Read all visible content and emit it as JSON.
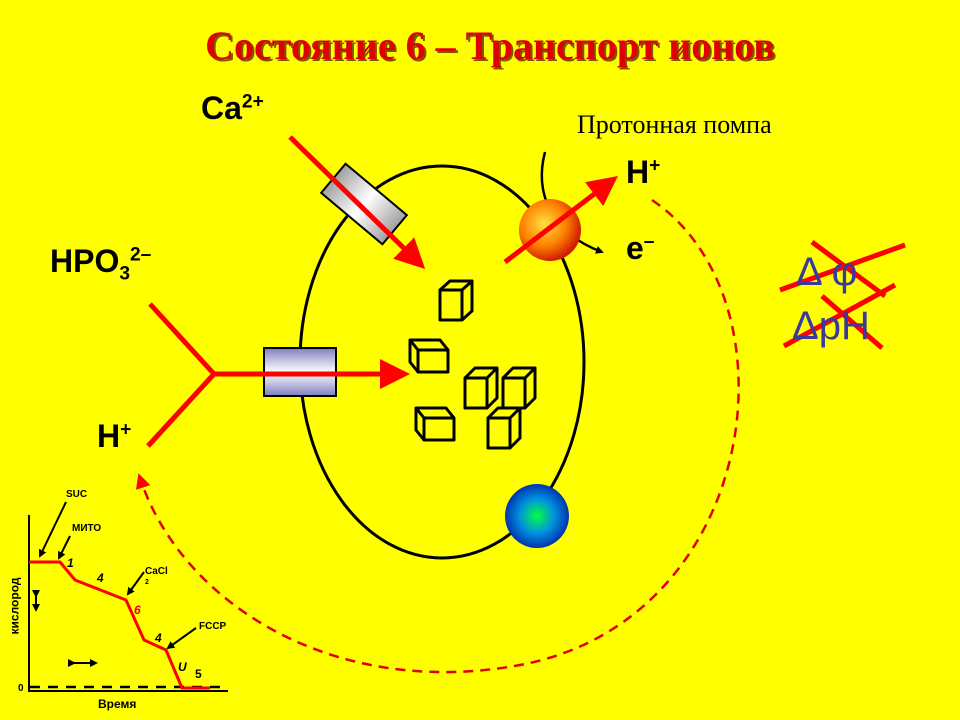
{
  "title": "Состояние 6 – Транспорт ионов",
  "labels": {
    "ca": {
      "base": "Ca",
      "sup": "2+"
    },
    "hpo": {
      "base": "HPO",
      "sub": "3",
      "sup": "2–"
    },
    "h_left": {
      "base": "H",
      "sup": "+"
    },
    "h_right": {
      "base": "H",
      "sup": "+"
    },
    "e": {
      "base": "e",
      "sup": "–"
    },
    "proton_pump": "Протонная помпа",
    "delta_phi": "Δ φ",
    "delta_ph": "ΔpH"
  },
  "inset": {
    "y_label": "кислород",
    "x_label": "Время",
    "zero": "0",
    "suc": "SUC",
    "mito": "МИТО",
    "cacl": "CaCl",
    "cacl_sub": "2",
    "fccp": "FCCP",
    "states": [
      "1",
      "4",
      "6",
      "4",
      "U",
      "5"
    ]
  },
  "colors": {
    "background": "#FFFF00",
    "accent": "#FF0000",
    "title": "#E00000",
    "ink": "#000000",
    "delta": "#3a3a9a"
  }
}
